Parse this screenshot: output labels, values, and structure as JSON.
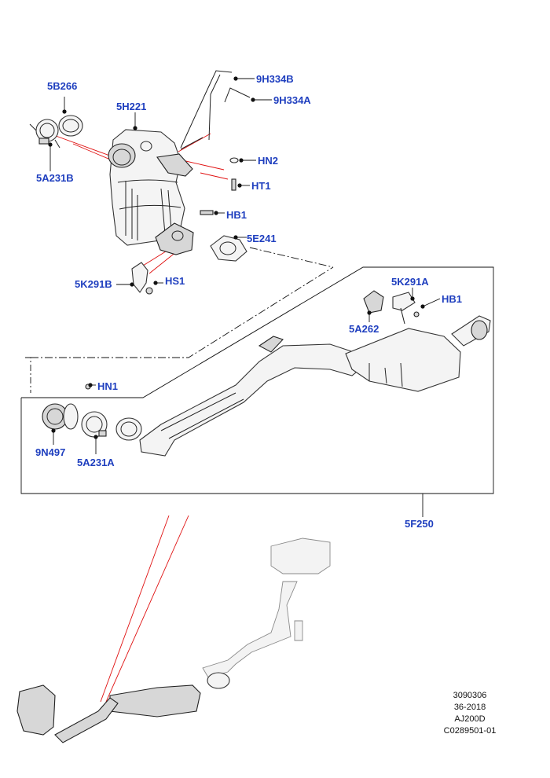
{
  "callouts": {
    "c_5B266": "5B266",
    "c_5H221": "5H221",
    "c_5A231B": "5A231B",
    "c_9H334B": "9H334B",
    "c_9H334A": "9H334A",
    "c_HN2": "HN2",
    "c_HT1": "HT1",
    "c_HB1_top": "HB1",
    "c_5E241": "5E241",
    "c_5K291B": "5K291B",
    "c_HS1": "HS1",
    "c_5K291A": "5K291A",
    "c_HB1_right": "HB1",
    "c_5A262": "5A262",
    "c_HN1": "HN1",
    "c_9N497": "9N497",
    "c_5A231A": "5A231A",
    "c_5F250": "5F250"
  },
  "reference": {
    "line1": "3090306",
    "line2": "36-2018",
    "line3": "AJ200D",
    "line4": "C0289501-01"
  },
  "colors": {
    "callout_text": "#1f3fbf",
    "highlight_lines": "#e01010",
    "line_art": "#222222"
  }
}
